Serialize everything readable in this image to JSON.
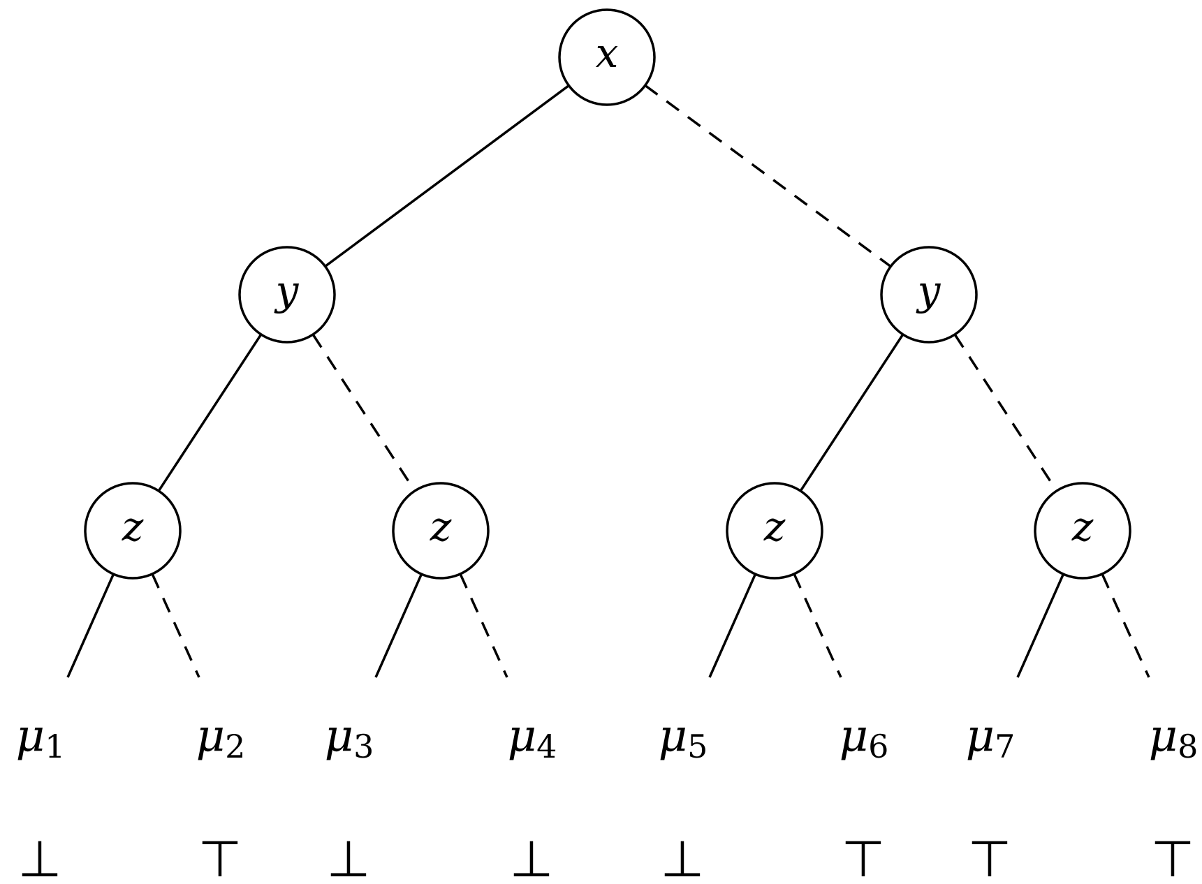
{
  "diagram": {
    "type": "decision-tree",
    "root": {
      "label": "x",
      "children": [
        {
          "label": "y",
          "edge": "solid",
          "children": [
            {
              "label": "z",
              "edge": "solid",
              "children": [
                {
                  "leaf": "μ",
                  "index": "1",
                  "value": "⊥",
                  "edge": "solid"
                },
                {
                  "leaf": "μ",
                  "index": "2",
                  "value": "⊤",
                  "edge": "dashed"
                }
              ]
            },
            {
              "label": "z",
              "edge": "dashed",
              "children": [
                {
                  "leaf": "μ",
                  "index": "3",
                  "value": "⊥",
                  "edge": "solid"
                },
                {
                  "leaf": "μ",
                  "index": "4",
                  "value": "⊥",
                  "edge": "dashed"
                }
              ]
            }
          ]
        },
        {
          "label": "y",
          "edge": "dashed",
          "children": [
            {
              "label": "z",
              "edge": "solid",
              "children": [
                {
                  "leaf": "μ",
                  "index": "5",
                  "value": "⊥",
                  "edge": "solid"
                },
                {
                  "leaf": "μ",
                  "index": "6",
                  "value": "⊤",
                  "edge": "dashed"
                }
              ]
            },
            {
              "label": "z",
              "edge": "dashed",
              "children": [
                {
                  "leaf": "μ",
                  "index": "7",
                  "value": "⊤",
                  "edge": "solid"
                },
                {
                  "leaf": "μ",
                  "index": "8",
                  "value": "⊤",
                  "edge": "dashed"
                }
              ]
            }
          ]
        }
      ]
    }
  }
}
